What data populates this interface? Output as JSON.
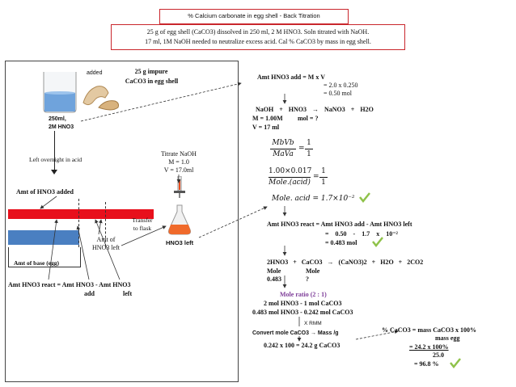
{
  "header": {
    "title": "% Calcium carbonate in egg shell - Back Titration",
    "problem_line1": "25 g of egg shell (CaCO3) dissolved in 250 ml, 2 M HNO3. Soln titrated with NaOH.",
    "problem_line2": "17 ml, 1M NaOH needed to neutralize excess acid. Cal % CaCO3 by mass in egg shell."
  },
  "left": {
    "added": "added",
    "impure_line1": "25 g impure",
    "impure_line2": "CaCO3 in egg shell",
    "beaker_line1": "250ml,",
    "beaker_line2": "2M HNO3",
    "left_overnight": "Left overnight in acid",
    "titrate_line1": "Titrate NaOH",
    "titrate_line2": "M = 1.0",
    "titrate_line3": "V = 17.0ml",
    "amt_added": "Amt of HNO3 added",
    "transfer_line1": "Transfer",
    "transfer_line2": "to flask",
    "amt_left_line1": "Amt of",
    "amt_left_line2": "HNO3 left",
    "hno3_left": "HNO3 left",
    "amt_base": "Amt of base (egg)",
    "react_line1": "Amt HNO3 react = Amt HNO3 - Amt HNO3",
    "react_line2_a": "add",
    "react_line2_b": "left"
  },
  "right": {
    "amt_add_1": "Amt HNO3 add = M x V",
    "amt_add_2": "= 2.0 x 0.250",
    "amt_add_3": "= 0.50 mol",
    "neut_eq": "NaOH + HNO3 → NaNO3 + H2O",
    "neut_m": "M = 1.00M",
    "neut_mol": "mol = ?",
    "neut_v": "V = 17 ml",
    "ratio_num_l": "MbVb",
    "ratio_den_l": "MaVa",
    "ratio_num_r": "1",
    "ratio_den_r": "1",
    "calc_num_l": "1.00×0.017",
    "calc_den_l": "Mole.(acid)",
    "calc_num_r": "1",
    "calc_den_r": "1",
    "result": "Mole. acid = 1.7×10⁻²",
    "react_1": "Amt HNO3 react = Amt HNO3 add - Amt HNO3 left",
    "react_2": "= 0.50 - 1.7 x 10⁻²",
    "react_3": "= 0.483 mol",
    "eq2": "2HNO3 + CaCO3 → (CaNO3)2 + H2O + 2CO2",
    "eq2_mole_a": "Mole",
    "eq2_mole_b": "Mole",
    "eq2_val_a": "0.483",
    "eq2_val_b": "?",
    "mole_ratio": "Mole ratio (2 : 1)",
    "ratio_line1": "2 mol HNO3 - 1 mol CaCO3",
    "ratio_line2": "0.483 mol HNO3 - 0.242 mol CaCO3",
    "convert": "Convert mole CaCO3 → Mass /g",
    "xrmm": "X RMM",
    "mass_result": "0.242 x 100 = 24.2 g CaCO3",
    "pct_1": "% CaCO3 = mass CaCO3 x 100%",
    "pct_2": "mass egg",
    "pct_3": "= 24.2 x 100%",
    "pct_4": "25.0",
    "pct_5": "= 96.8 %"
  },
  "colors": {
    "border": "#c9262c",
    "red_bar": "#e8101c",
    "blue_bar": "#4a7fc1",
    "check": "#8fc24a",
    "purple": "#7d3c98"
  }
}
